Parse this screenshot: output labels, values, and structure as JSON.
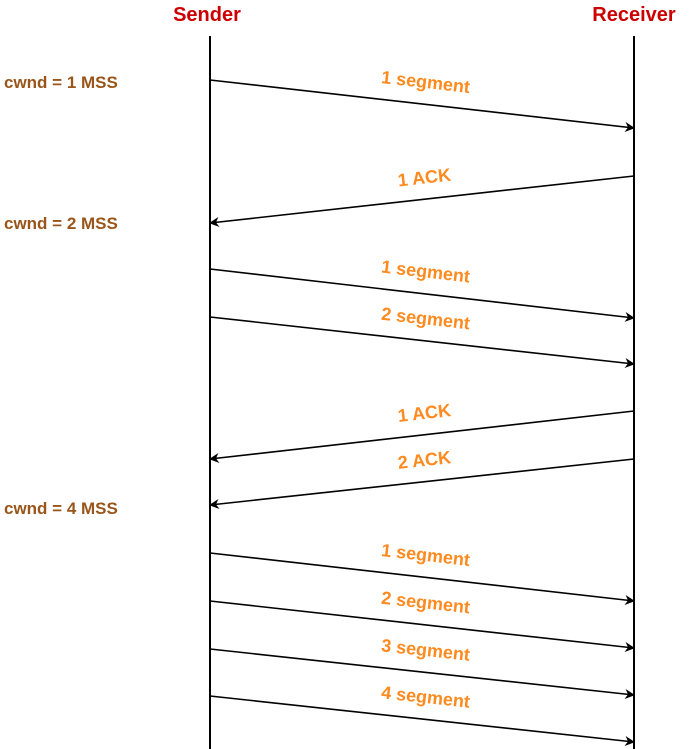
{
  "actors": {
    "sender": "Sender",
    "receiver": "Receiver"
  },
  "cwnd_labels": [
    "cwnd = 1 MSS",
    "cwnd = 2 MSS",
    "cwnd = 4 MSS"
  ],
  "messages": [
    {
      "label": "1 segment",
      "direction": "sender-to-receiver"
    },
    {
      "label": "1 ACK",
      "direction": "receiver-to-sender"
    },
    {
      "label": "1 segment",
      "direction": "sender-to-receiver"
    },
    {
      "label": "2 segment",
      "direction": "sender-to-receiver"
    },
    {
      "label": "1 ACK",
      "direction": "receiver-to-sender"
    },
    {
      "label": "2 ACK",
      "direction": "receiver-to-sender"
    },
    {
      "label": "1 segment",
      "direction": "sender-to-receiver"
    },
    {
      "label": "2 segment",
      "direction": "sender-to-receiver"
    },
    {
      "label": "3 segment",
      "direction": "sender-to-receiver"
    },
    {
      "label": "4 segment",
      "direction": "sender-to-receiver"
    }
  ],
  "colors": {
    "actor": "#cc0000",
    "cwnd": "#99551a",
    "message": "#ff8a1f",
    "line": "#000000"
  }
}
